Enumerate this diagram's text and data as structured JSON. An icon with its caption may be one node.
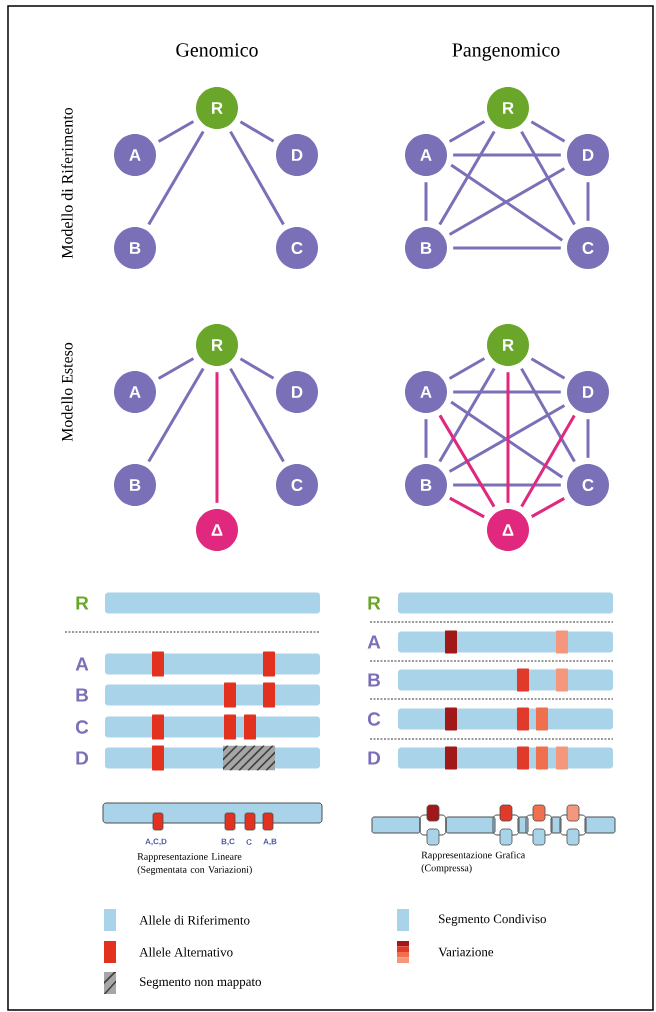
{
  "diagram": {
    "nodes": [
      {
        "text": [
          "R"
        ]
      },
      {
        "text": [
          "A"
        ]
      },
      {
        "text": [
          "D"
        ]
      },
      {
        "text": [
          "B"
        ]
      },
      {
        "text": [
          "C"
        ]
      },
      {
        "text": [
          "R"
        ]
      },
      {
        "text": [
          "A"
        ]
      },
      {
        "text": [
          "D"
        ]
      },
      {
        "text": [
          "B"
        ]
      },
      {
        "text": [
          "C"
        ]
      },
      {
        "text": [
          "R"
        ]
      },
      {
        "text": [
          "A"
        ]
      },
      {
        "text": [
          "D"
        ]
      },
      {
        "text": [
          "B"
        ]
      },
      {
        "text": [
          "C"
        ]
      },
      {
        "text": [
          "Δ"
        ]
      },
      {
        "text": [
          "R"
        ]
      },
      {
        "text": [
          "A"
        ]
      },
      {
        "text": [
          "D"
        ]
      },
      {
        "text": [
          "B"
        ]
      },
      {
        "text": [
          "C"
        ]
      },
      {
        "text": [
          "Δ"
        ]
      }
    ],
    "edges": [
      {
        "from": 0,
        "to": 1,
        "arrow": "none"
      },
      {
        "from": 0,
        "to": 3,
        "arrow": "none"
      },
      {
        "from": 0,
        "to": 2,
        "arrow": "none"
      },
      {
        "from": 0,
        "to": 4,
        "arrow": "none"
      },
      {
        "from": 5,
        "to": 6,
        "arrow": "none"
      },
      {
        "from": 5,
        "to": 8,
        "arrow": "none"
      },
      {
        "from": 5,
        "to": 7,
        "arrow": "none"
      },
      {
        "from": 5,
        "to": 9,
        "arrow": "none"
      },
      {
        "from": 6,
        "to": 7,
        "arrow": "none"
      },
      {
        "from": 6,
        "to": 8,
        "arrow": "none"
      },
      {
        "from": 8,
        "to": 7,
        "arrow": "none"
      },
      {
        "from": 6,
        "to": 9,
        "arrow": "none"
      },
      {
        "from": 7,
        "to": 9,
        "arrow": "none"
      },
      {
        "from": 8,
        "to": 9,
        "arrow": "none"
      },
      {
        "from": 10,
        "to": 11,
        "arrow": "none"
      },
      {
        "from": 10,
        "to": 13,
        "arrow": "none"
      },
      {
        "from": 10,
        "to": 12,
        "arrow": "none"
      },
      {
        "from": 10,
        "to": 14,
        "arrow": "none"
      },
      {
        "from": 10,
        "to": 15,
        "arrow": "none",
        "color": "#e0287f"
      },
      {
        "from": 16,
        "to": 17,
        "arrow": "none"
      },
      {
        "from": 16,
        "to": 19,
        "arrow": "none"
      },
      {
        "from": 16,
        "to": 18,
        "arrow": "none"
      },
      {
        "from": 16,
        "to": 20,
        "arrow": "none"
      },
      {
        "from": 17,
        "to": 18,
        "arrow": "none"
      },
      {
        "from": 17,
        "to": 19,
        "arrow": "none"
      },
      {
        "from": 19,
        "to": 18,
        "arrow": "none"
      },
      {
        "from": 17,
        "to": 20,
        "arrow": "none"
      },
      {
        "from": 18,
        "to": 20,
        "arrow": "none"
      },
      {
        "from": 19,
        "to": 20,
        "arrow": "none"
      },
      {
        "from": 16,
        "to": 21,
        "arrow": "none",
        "color": "#e0287f"
      },
      {
        "from": 17,
        "to": 21,
        "arrow": "none",
        "color": "#e0287f"
      },
      {
        "from": 18,
        "to": 21,
        "arrow": "none",
        "color": "#e0287f"
      },
      {
        "from": 19,
        "to": 21,
        "arrow": "none",
        "color": "#e0287f"
      },
      {
        "from": 20,
        "to": 21,
        "arrow": "none",
        "color": "#e0287f"
      }
    ],
    "labels": [
      "Genomico",
      "Pangenomico",
      "Modello di Riferimento",
      "Modello Esteso",
      "R",
      "A",
      "B",
      "C",
      "D",
      "R",
      "A",
      "B",
      "C",
      "D",
      "A,C,D",
      "B,C",
      "C",
      "A,B",
      "Rappresentazione Lineare (Segmentata con Variazioni)",
      "Rappresentazione Grafica (Compressa)"
    ],
    "legend": [
      {
        "text": "Allele di Riferimento",
        "color": "#a9d3e8"
      },
      {
        "text": "Allele Alternativo",
        "color": "#e2321f"
      },
      {
        "text": "Segmento non mappato"
      },
      {
        "text": "Segmento Condiviso",
        "color": "#a9d3e8"
      },
      {
        "text": "Variazione"
      }
    ]
  }
}
